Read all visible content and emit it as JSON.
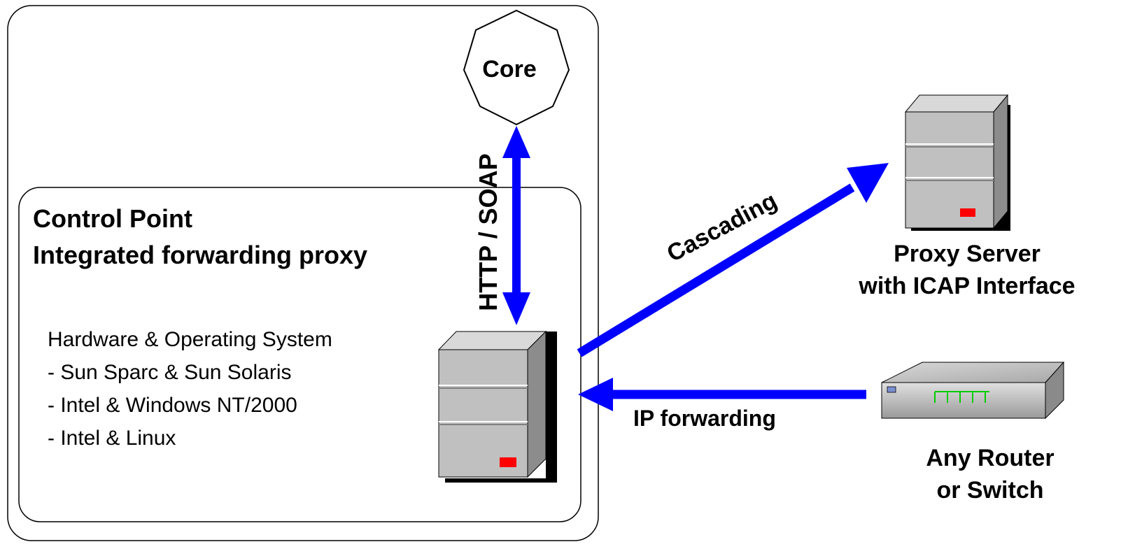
{
  "control_point": {
    "title_line1": "Control Point",
    "title_line2": "Integrated forwarding proxy",
    "os_lines": [
      "Hardware & Operating System",
      "- Sun Sparc & Sun Solaris",
      "- Intel & Windows NT/2000",
      "- Intel & Linux"
    ]
  },
  "core": {
    "label": "Core"
  },
  "links": {
    "http_soap": "HTTP / SOAP",
    "cascading": "Cascading",
    "ip_forwarding": "IP forwarding"
  },
  "proxy_server": {
    "line1": "Proxy Server",
    "line2": "with ICAP Interface"
  },
  "router": {
    "line1": "Any Router",
    "line2": "or Switch"
  },
  "colors": {
    "arrow": "#0000ff",
    "led_red": "#ff0000",
    "led_green": "#00cc00",
    "server_gray": "#c0c0c0"
  }
}
